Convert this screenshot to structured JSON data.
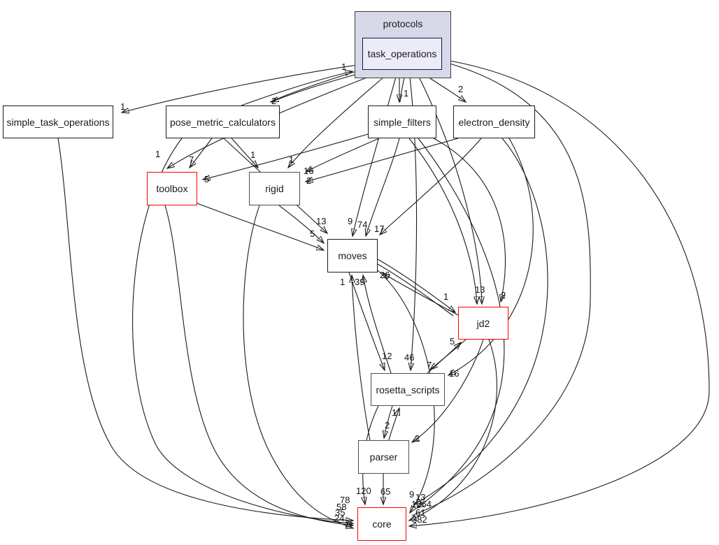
{
  "cluster": {
    "label": "protocols"
  },
  "focus_node": {
    "label": "task_operations"
  },
  "nodes": [
    {
      "id": "simple_task_operations",
      "label": "simple_task_operations",
      "style": "normal"
    },
    {
      "id": "pose_metric_calculators",
      "label": "pose_metric_calculators",
      "style": "normal"
    },
    {
      "id": "simple_filters",
      "label": "simple_filters",
      "style": "normal"
    },
    {
      "id": "electron_density",
      "label": "electron_density",
      "style": "normal"
    },
    {
      "id": "toolbox",
      "label": "toolbox",
      "style": "highlight-red"
    },
    {
      "id": "rigid",
      "label": "rigid",
      "style": "bold"
    },
    {
      "id": "moves",
      "label": "moves",
      "style": "normal"
    },
    {
      "id": "jd2",
      "label": "jd2",
      "style": "highlight-red"
    },
    {
      "id": "rosetta_scripts",
      "label": "rosetta_scripts",
      "style": "bold"
    },
    {
      "id": "parser",
      "label": "parser",
      "style": "bold"
    },
    {
      "id": "core",
      "label": "core",
      "style": "highlight-red"
    }
  ],
  "edges": [
    {
      "from": "task_operations",
      "to": "simple_task_operations",
      "count": 1
    },
    {
      "from": "task_operations",
      "to": "pose_metric_calculators",
      "count": 2
    },
    {
      "from": "task_operations",
      "to": "simple_filters",
      "count": 1
    },
    {
      "from": "task_operations",
      "to": "electron_density",
      "count": 2
    },
    {
      "from": "pose_metric_calculators",
      "to": "task_operations",
      "count": 1
    },
    {
      "from": "task_operations",
      "to": "toolbox",
      "count": 1
    },
    {
      "from": "pose_metric_calculators",
      "to": "toolbox",
      "count": 7
    },
    {
      "from": "simple_filters",
      "to": "toolbox",
      "count": 5
    },
    {
      "from": "pose_metric_calculators",
      "to": "rigid",
      "count": 1
    },
    {
      "from": "task_operations",
      "to": "rigid",
      "count": 1
    },
    {
      "from": "simple_filters",
      "to": "rigid",
      "count": 16
    },
    {
      "from": "electron_density",
      "to": "rigid",
      "count": 2
    },
    {
      "from": "pose_metric_calculators",
      "to": "moves",
      "count": 13
    },
    {
      "from": "task_operations",
      "to": "moves",
      "count": 9
    },
    {
      "from": "simple_filters",
      "to": "moves",
      "count": 74
    },
    {
      "from": "electron_density",
      "to": "moves",
      "count": 17
    },
    {
      "from": "rigid",
      "to": "moves",
      "count": 5
    },
    {
      "from": "jd2",
      "to": "moves",
      "count": 26
    },
    {
      "from": "rosetta_scripts",
      "to": "moves",
      "count": 39
    },
    {
      "from": "parser",
      "to": "moves",
      "count": 1
    },
    {
      "from": "moves",
      "to": "rosetta_scripts",
      "count": 12
    },
    {
      "from": "task_operations",
      "to": "rosetta_scripts",
      "count": 46
    },
    {
      "from": "jd2",
      "to": "rosetta_scripts",
      "count": 7
    },
    {
      "from": "electron_density",
      "to": "rosetta_scripts",
      "count": 16
    },
    {
      "from": "moves",
      "to": "jd2",
      "count": 1
    },
    {
      "from": "task_operations",
      "to": "jd2",
      "count": 13
    },
    {
      "from": "simple_filters",
      "to": "jd2",
      "count": 2
    },
    {
      "from": "rosetta_scripts",
      "to": "jd2",
      "count": 5
    },
    {
      "from": "parser",
      "to": "rosetta_scripts",
      "count": 1
    },
    {
      "from": "rosetta_scripts",
      "to": "parser",
      "count": 2
    },
    {
      "from": "jd2",
      "to": "parser",
      "count": 2
    },
    {
      "from": "rosetta_scripts",
      "to": "core",
      "count": 120
    },
    {
      "from": "parser",
      "to": "core",
      "count": 65
    },
    {
      "from": "simple_task_operations",
      "to": "core",
      "count": 78
    },
    {
      "from": "pose_metric_calculators",
      "to": "core",
      "count": 58
    },
    {
      "from": "toolbox",
      "to": "core",
      "count": 35
    },
    {
      "from": "rigid",
      "to": "core",
      "count": 24
    },
    {
      "from": "electron_density",
      "to": "core",
      "count": 9
    },
    {
      "from": "simple_filters",
      "to": "core",
      "count": 13
    },
    {
      "from": "moves",
      "to": "core",
      "count": 1064
    },
    {
      "from": "jd2",
      "to": "core",
      "count": 61
    },
    {
      "from": "task_operations",
      "to": "core",
      "count": 382
    }
  ],
  "colors": {
    "cluster_fill": "#d7d8e8",
    "focus_fill": "#ecebf8",
    "node_border": "#1a1a1a",
    "highlight_border": "#ff0000",
    "edge": "#1a1a1a"
  }
}
